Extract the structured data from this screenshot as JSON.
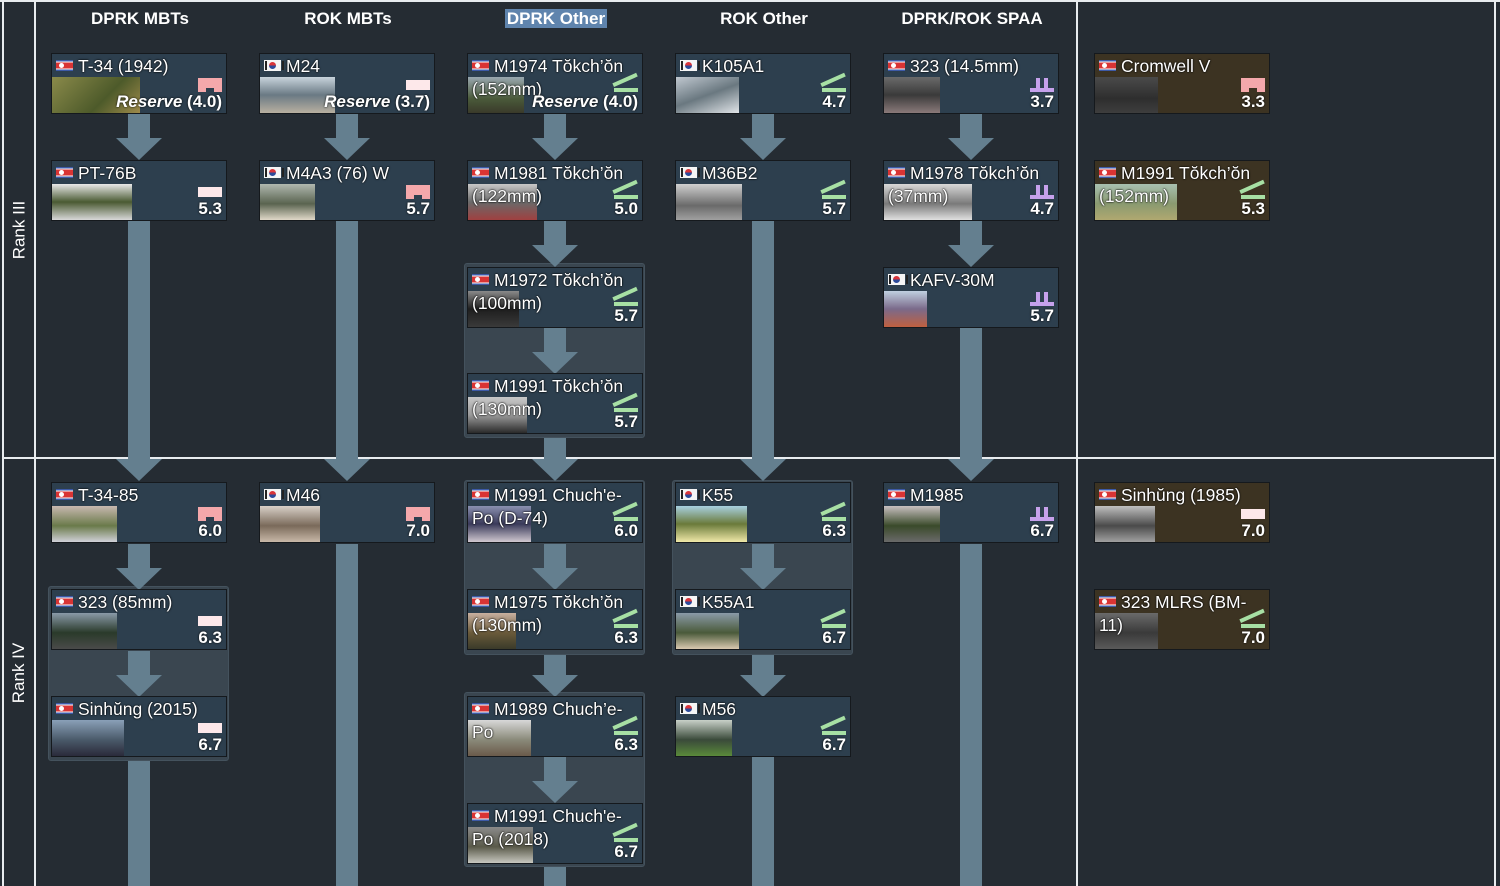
{
  "columns": [
    {
      "id": "dprk-mbts",
      "label": "DPRK MBTs",
      "highlighted": false
    },
    {
      "id": "rok-mbts",
      "label": "ROK MBTs",
      "highlighted": false
    },
    {
      "id": "dprk-other",
      "label": "DPRK Other",
      "highlighted": true
    },
    {
      "id": "rok-other",
      "label": "ROK Other",
      "highlighted": false
    },
    {
      "id": "spaa",
      "label": "DPRK/ROK SPAA",
      "highlighted": false
    }
  ],
  "ranks": [
    {
      "label": "Rank III"
    },
    {
      "label": "Rank IV"
    }
  ],
  "colors": {
    "background": "#252c33",
    "card_regular": "#2d3f4e",
    "card_premium": "#3c3322",
    "arrow": "#647f8f",
    "folder": "#3a4650",
    "medium_tank_icon": "#f4a8ab",
    "light_tank_icon": "#fde8ea",
    "spg_icon": "#a7e0a4",
    "spaa_icon": "#c6a1ec",
    "header_highlight": "#5f84ad"
  },
  "vehicles": {
    "t34_1942": {
      "name": "T-34 (1942)",
      "nation": "dprk",
      "class": "medium-tank",
      "br_label": "Reserve",
      "br": "(4.0)"
    },
    "m24": {
      "name": "M24",
      "nation": "rok",
      "class": "light-tank",
      "br_label": "Reserve",
      "br": "(3.7)"
    },
    "m1974": {
      "name": "M1974 Tŏkch’ŏn (152mm)",
      "nation": "dprk",
      "class": "spg",
      "br_label": "Reserve",
      "br": "(4.0)"
    },
    "k105a1": {
      "name": "K105A1",
      "nation": "rok",
      "class": "spg",
      "br": "4.7"
    },
    "s323_145": {
      "name": "323 (14.5mm)",
      "nation": "dprk",
      "class": "spaa",
      "br": "3.7"
    },
    "cromwell_v": {
      "name": "Cromwell V",
      "nation": "dprk",
      "class": "medium-tank",
      "br": "3.3",
      "premium": true
    },
    "pt76b": {
      "name": "PT-76B",
      "nation": "dprk",
      "class": "light-tank",
      "br": "5.3"
    },
    "m4a3_76w": {
      "name": "M4A3 (76) W",
      "nation": "rok",
      "class": "medium-tank",
      "br": "5.7"
    },
    "m1981": {
      "name": "M1981 Tŏkch’ŏn (122mm)",
      "nation": "dprk",
      "class": "spg",
      "br": "5.0"
    },
    "m36b2": {
      "name": "M36B2",
      "nation": "rok",
      "class": "spg",
      "br": "5.7"
    },
    "m1978": {
      "name": "M1978 Tŏkch’ŏn (37mm)",
      "nation": "dprk",
      "class": "spaa",
      "br": "4.7"
    },
    "m1991_152": {
      "name": "M1991 Tŏkch’ŏn (152mm)",
      "nation": "dprk",
      "class": "spg",
      "br": "5.3",
      "premium": true
    },
    "m1972": {
      "name": "M1972 Tŏkch’ŏn (100mm)",
      "nation": "dprk",
      "class": "spg",
      "br": "5.7"
    },
    "kafv30m": {
      "name": "KAFV-30M",
      "nation": "rok",
      "class": "spaa",
      "br": "5.7"
    },
    "m1991_130": {
      "name": "M1991 Tŏkch’ŏn (130mm)",
      "nation": "dprk",
      "class": "spg",
      "br": "5.7"
    },
    "t3485": {
      "name": "T-34-85",
      "nation": "dprk",
      "class": "medium-tank",
      "br": "6.0"
    },
    "m46": {
      "name": "M46",
      "nation": "rok",
      "class": "medium-tank",
      "br": "7.0"
    },
    "m1991_d74": {
      "name": "M1991 Chuch'e-Po (D-74)",
      "nation": "dprk",
      "class": "spg",
      "br": "6.0"
    },
    "k55": {
      "name": "K55",
      "nation": "rok",
      "class": "spg",
      "br": "6.3"
    },
    "m1985": {
      "name": "M1985",
      "nation": "dprk",
      "class": "spaa",
      "br": "6.7"
    },
    "sinhung_1985": {
      "name": "Sinhŭng (1985)",
      "nation": "dprk",
      "class": "light-tank",
      "br": "7.0",
      "premium": true
    },
    "s323_85": {
      "name": "323 (85mm)",
      "nation": "dprk",
      "class": "light-tank",
      "br": "6.3"
    },
    "m1975": {
      "name": "M1975 Tŏkch’ŏn (130mm)",
      "nation": "dprk",
      "class": "spg",
      "br": "6.3"
    },
    "k55a1": {
      "name": "K55A1",
      "nation": "rok",
      "class": "spg",
      "br": "6.7"
    },
    "s323_mlrs": {
      "name": "323 MLRS (BM-11)",
      "nation": "dprk",
      "class": "spg",
      "br": "7.0",
      "premium": true
    },
    "sinhung_2015": {
      "name": "Sinhŭng (2015)",
      "nation": "dprk",
      "class": "light-tank",
      "br": "6.7"
    },
    "m1989": {
      "name": "M1989 Chuch’e-Po",
      "nation": "dprk",
      "class": "spg",
      "br": "6.3"
    },
    "m56": {
      "name": "M56",
      "nation": "rok",
      "class": "spg",
      "br": "6.7"
    },
    "m1991_2018": {
      "name": "M1991 Chuch'e-Po (2018)",
      "nation": "dprk",
      "class": "spg",
      "br": "6.7"
    }
  }
}
